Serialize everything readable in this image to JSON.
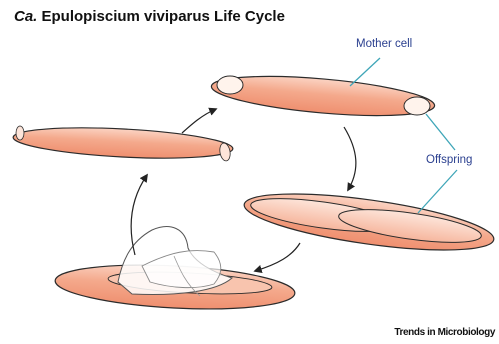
{
  "title": {
    "genus": "Ca.",
    "rest": "Epulopiscium viviparus Life Cycle"
  },
  "labels": {
    "mother_cell": "Mother cell",
    "offspring": "Offspring"
  },
  "credit": "Trends in Microbiology",
  "colors": {
    "cell_fill": "#f4a98c",
    "cell_stroke": "#2b2b2b",
    "leader_line": "#3fa6b8",
    "label_text": "#2a3f8f"
  }
}
